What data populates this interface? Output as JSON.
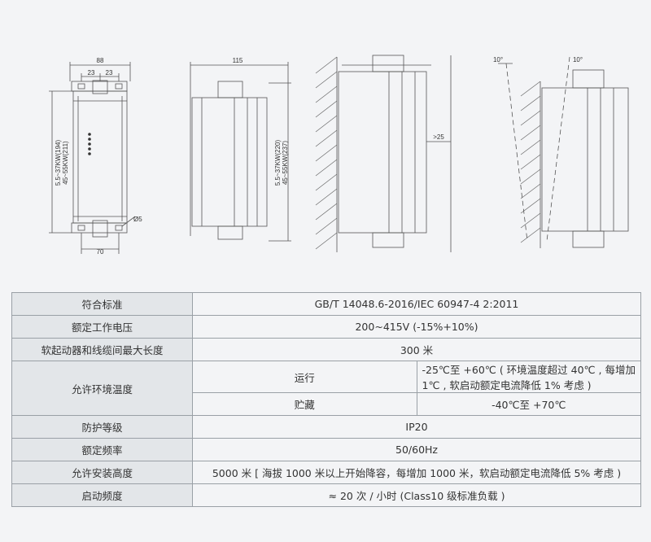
{
  "drawings": {
    "front": {
      "width_total": "88",
      "width_left": "23",
      "width_right": "23",
      "height_label_a": "5.5~37KW(194)",
      "height_label_b": "45~55KW(211)",
      "hole_label": "Ø5",
      "bottom_width": "70"
    },
    "side": {
      "depth": "115",
      "height_label_a": "5.5~37KW(220)",
      "height_label_b": "45~55KW(237)"
    },
    "wall_mount": {
      "clearance": ">25"
    },
    "tilt": {
      "angle_left": "10°",
      "angle_right": "10°"
    }
  },
  "specs": {
    "standard": {
      "label": "符合标准",
      "value": "GB/T 14048.6-2016/IEC 60947-4 2:2011"
    },
    "voltage": {
      "label": "额定工作电压",
      "value": "200~415V (-15%+10%)"
    },
    "cable": {
      "label": "软起动器和线缆间最大长度",
      "value": "300 米"
    },
    "temperature": {
      "label": "允许环境温度",
      "run_label": "运行",
      "run_value": "-25℃至 +60℃ ( 环境温度超过 40℃ , 每增加 1℃ , 软启动额定电流降低 1% 考虑 )",
      "storage_label": "贮藏",
      "storage_value": "-40℃至 +70℃"
    },
    "protection": {
      "label": "防护等级",
      "value": "IP20"
    },
    "frequency": {
      "label": "额定频率",
      "value": "50/60Hz"
    },
    "altitude": {
      "label": "允许安装高度",
      "value": "5000 米 [ 海拔 1000 米以上开始降容，每增加 1000 米，软启动额定电流降低 5% 考虑 )"
    },
    "start_freq": {
      "label": "启动频度",
      "value": "≈ 20 次 / 小时 (Class10 级标准负载 )"
    }
  }
}
